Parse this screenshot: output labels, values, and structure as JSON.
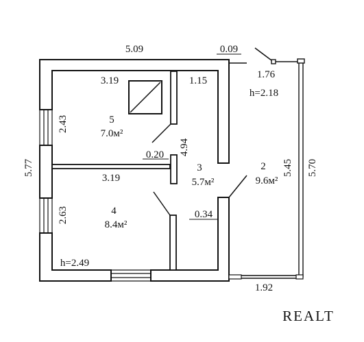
{
  "plan": {
    "dimensions": {
      "top_outer_width": "5.09",
      "top_small_offset": "0.09",
      "room5_width": "3.19",
      "room3_width": "1.15",
      "balcony_top": "1.76",
      "height_left_room": "h=2.18",
      "left_upper": "2.43",
      "total_left": "5.77",
      "partition_vertical": "4.94",
      "wall_thickness": "0.20",
      "room4_width": "3.19",
      "left_lower": "2.63",
      "balcony_inner": "5.45",
      "balcony_outer": "5.70",
      "wall_small": "0.34",
      "height_bottom": "h=2.49",
      "balcony_bottom": "1.92"
    },
    "rooms": [
      {
        "number": "5",
        "area": "7.0м²"
      },
      {
        "number": "3",
        "area": "5.7м²"
      },
      {
        "number": "2",
        "area": "9.6м²"
      },
      {
        "number": "4",
        "area": "8.4м²"
      }
    ],
    "watermark": "REALT"
  }
}
